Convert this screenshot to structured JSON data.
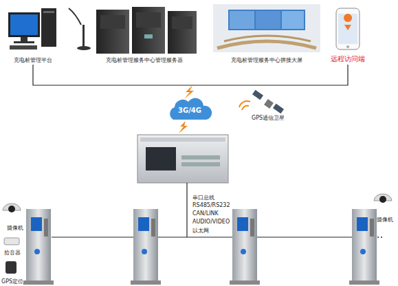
{
  "diagram": {
    "nodes": [
      {
        "text": [
          "充电桩管理平台"
        ]
      },
      {
        "text": [
          "充电桩管理服务中心管理服务器"
        ]
      },
      {
        "text": [
          "充电桩管理服务中心拼接大屏"
        ]
      },
      {
        "text": [
          "远程访问端"
        ]
      },
      {
        "text": [
          "3G/4G"
        ]
      }
    ],
    "edges": [
      {
        "from": 0,
        "to": 3,
        "arrow": "none"
      }
    ],
    "labels": [
      "GPS通信卫星",
      "串口总线",
      "RS485/RS232",
      "CAN/LINK",
      "AUDIO/VIDEO",
      "以太网",
      "摄像机",
      "拾音器",
      "GPS定位",
      "摄像机"
    ]
  }
}
